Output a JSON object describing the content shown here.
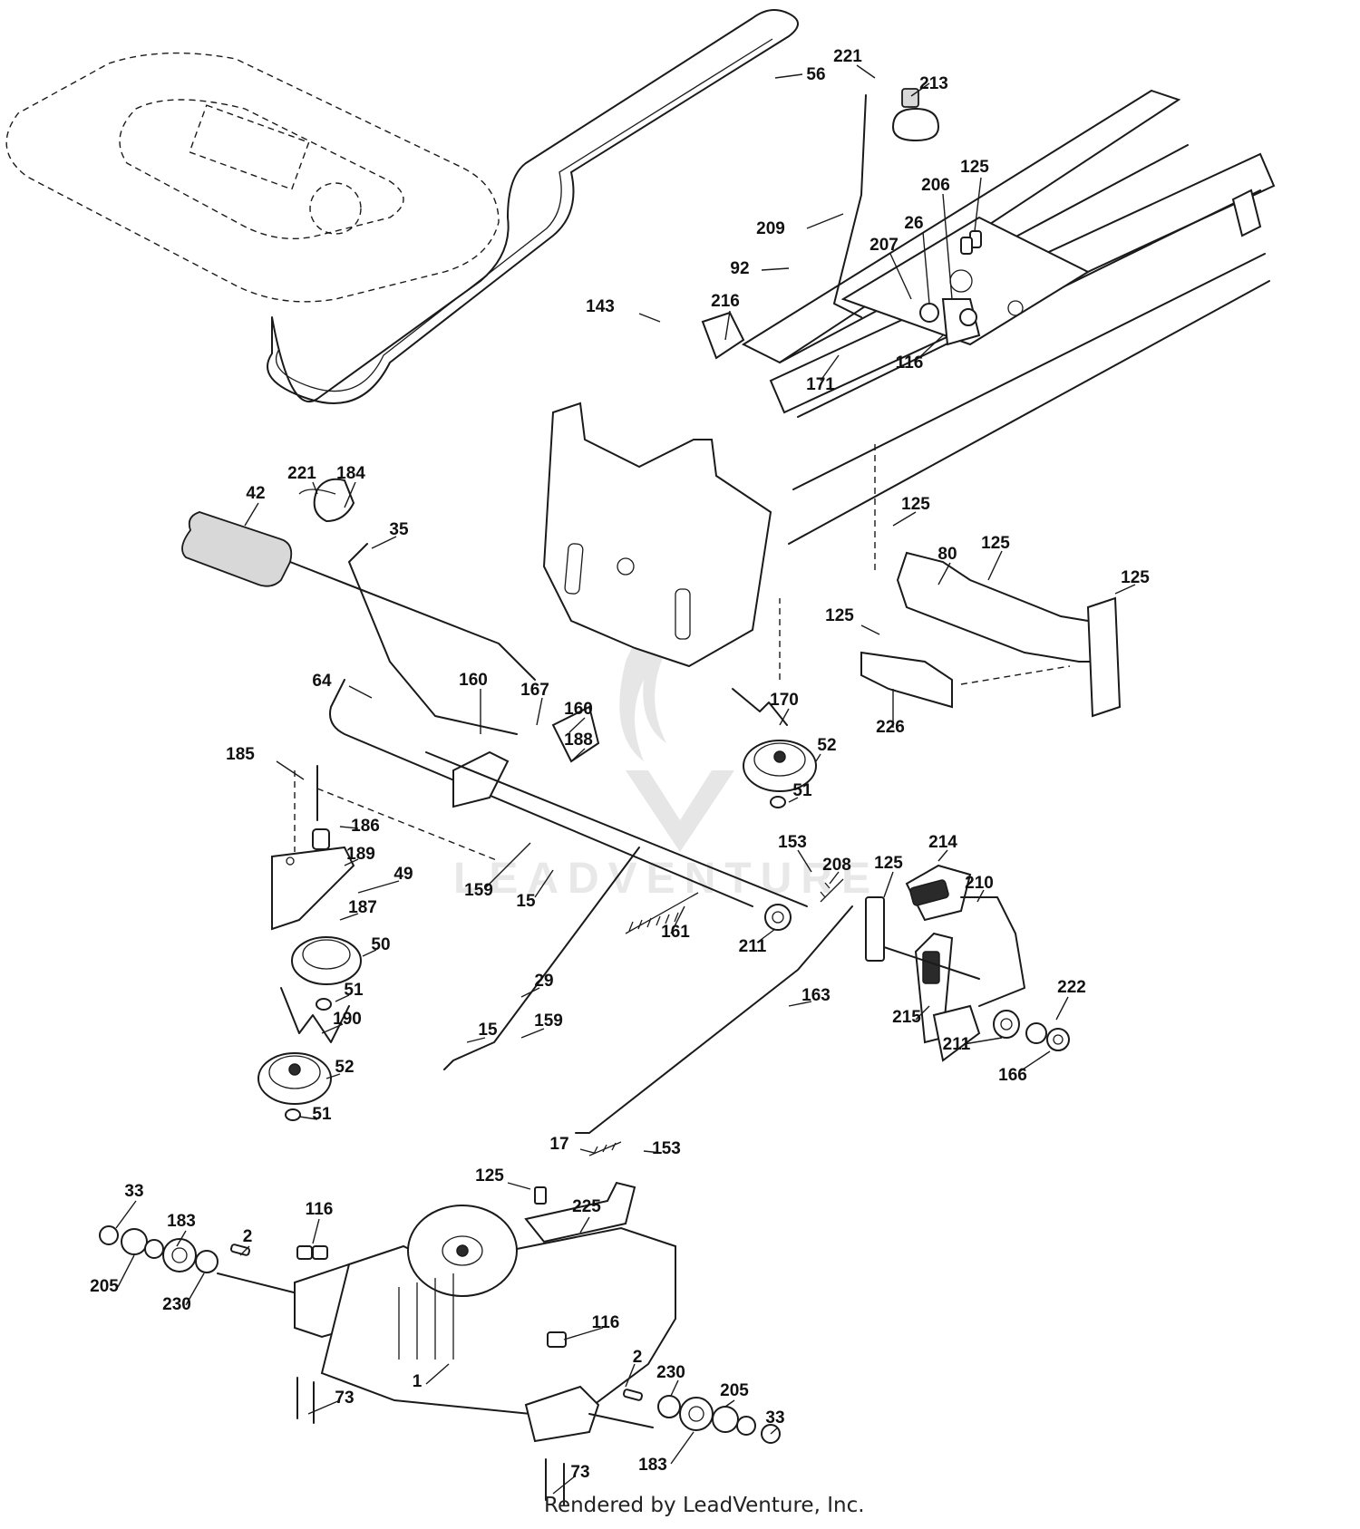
{
  "footer": {
    "text": "Rendered by LeadVenture, Inc."
  },
  "watermark": {
    "text": "LEADVENTURE"
  },
  "callouts": [
    {
      "id": "221a",
      "label": "221"
    },
    {
      "id": "56",
      "label": "56"
    },
    {
      "id": "213",
      "label": "213"
    },
    {
      "id": "125a",
      "label": "125"
    },
    {
      "id": "206",
      "label": "206"
    },
    {
      "id": "209",
      "label": "209"
    },
    {
      "id": "26",
      "label": "26"
    },
    {
      "id": "207",
      "label": "207"
    },
    {
      "id": "92",
      "label": "92"
    },
    {
      "id": "143",
      "label": "143"
    },
    {
      "id": "216",
      "label": "216"
    },
    {
      "id": "116a",
      "label": "116"
    },
    {
      "id": "171",
      "label": "171"
    },
    {
      "id": "221b",
      "label": "221"
    },
    {
      "id": "184",
      "label": "184"
    },
    {
      "id": "42",
      "label": "42"
    },
    {
      "id": "35",
      "label": "35"
    },
    {
      "id": "125b",
      "label": "125"
    },
    {
      "id": "80",
      "label": "80"
    },
    {
      "id": "125c",
      "label": "125"
    },
    {
      "id": "125d",
      "label": "125"
    },
    {
      "id": "125e",
      "label": "125"
    },
    {
      "id": "64",
      "label": "64"
    },
    {
      "id": "160a",
      "label": "160"
    },
    {
      "id": "167",
      "label": "167"
    },
    {
      "id": "160b",
      "label": "160"
    },
    {
      "id": "188",
      "label": "188"
    },
    {
      "id": "170",
      "label": "170"
    },
    {
      "id": "226",
      "label": "226"
    },
    {
      "id": "52a",
      "label": "52"
    },
    {
      "id": "51a",
      "label": "51"
    },
    {
      "id": "185",
      "label": "185"
    },
    {
      "id": "186",
      "label": "186"
    },
    {
      "id": "189",
      "label": "189"
    },
    {
      "id": "49",
      "label": "49"
    },
    {
      "id": "187",
      "label": "187"
    },
    {
      "id": "159a",
      "label": "159"
    },
    {
      "id": "15a",
      "label": "15"
    },
    {
      "id": "153a",
      "label": "153"
    },
    {
      "id": "208",
      "label": "208"
    },
    {
      "id": "125f",
      "label": "125"
    },
    {
      "id": "214",
      "label": "214"
    },
    {
      "id": "210",
      "label": "210"
    },
    {
      "id": "211a",
      "label": "211"
    },
    {
      "id": "161",
      "label": "161"
    },
    {
      "id": "50",
      "label": "50"
    },
    {
      "id": "51b",
      "label": "51"
    },
    {
      "id": "190",
      "label": "190"
    },
    {
      "id": "29",
      "label": "29"
    },
    {
      "id": "163",
      "label": "163"
    },
    {
      "id": "222",
      "label": "222"
    },
    {
      "id": "15b",
      "label": "15"
    },
    {
      "id": "159b",
      "label": "159"
    },
    {
      "id": "215",
      "label": "215"
    },
    {
      "id": "211b",
      "label": "211"
    },
    {
      "id": "166",
      "label": "166"
    },
    {
      "id": "52b",
      "label": "52"
    },
    {
      "id": "51c",
      "label": "51"
    },
    {
      "id": "17",
      "label": "17"
    },
    {
      "id": "153b",
      "label": "153"
    },
    {
      "id": "33a",
      "label": "33"
    },
    {
      "id": "125g",
      "label": "125"
    },
    {
      "id": "116b",
      "label": "116"
    },
    {
      "id": "183a",
      "label": "183"
    },
    {
      "id": "225",
      "label": "225"
    },
    {
      "id": "2a",
      "label": "2"
    },
    {
      "id": "205a",
      "label": "205"
    },
    {
      "id": "230a",
      "label": "230"
    },
    {
      "id": "116c",
      "label": "116"
    },
    {
      "id": "2b",
      "label": "2"
    },
    {
      "id": "1",
      "label": "1"
    },
    {
      "id": "230b",
      "label": "230"
    },
    {
      "id": "73a",
      "label": "73"
    },
    {
      "id": "205b",
      "label": "205"
    },
    {
      "id": "33b",
      "label": "33"
    },
    {
      "id": "183b",
      "label": "183"
    },
    {
      "id": "73b",
      "label": "73"
    }
  ]
}
